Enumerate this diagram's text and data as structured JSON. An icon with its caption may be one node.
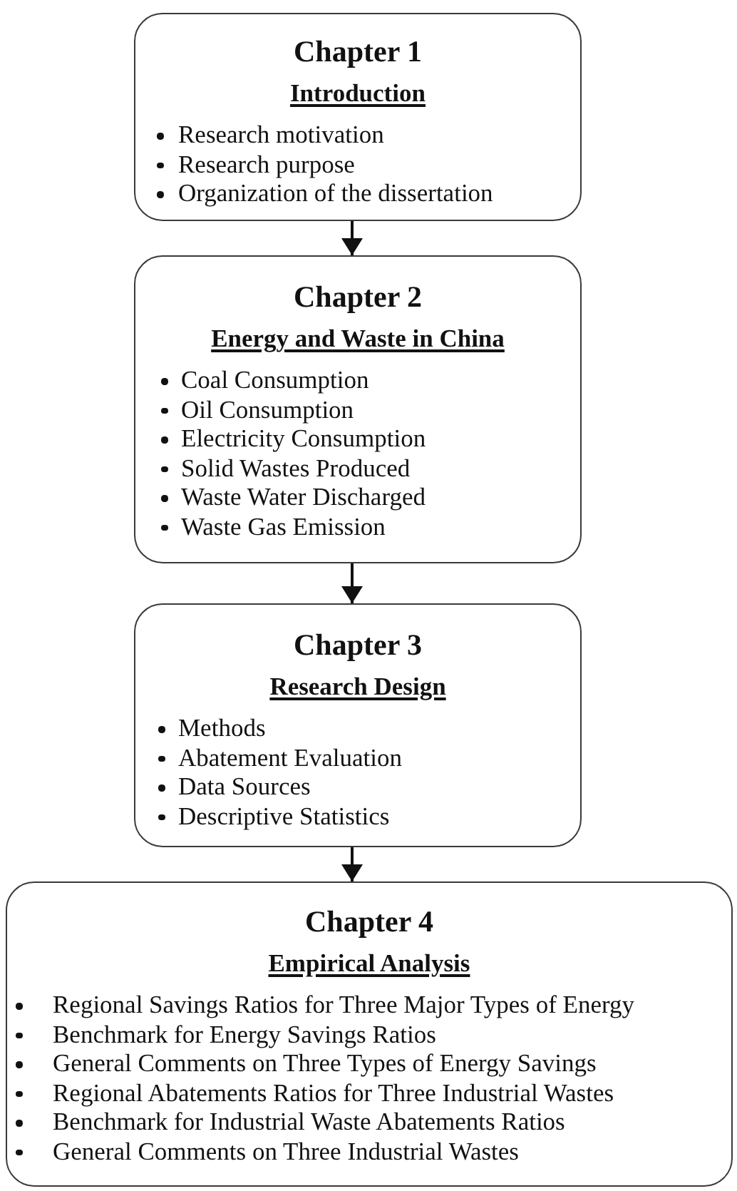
{
  "diagram": {
    "nodes": [
      {
        "text": [
          "Chapter 1",
          "Introduction",
          "Research motivation",
          "Research purpose",
          "Organization of the dissertation"
        ]
      },
      {
        "text": [
          "Chapter 2",
          "Energy and Waste in China",
          "Coal Consumption",
          "Oil Consumption",
          "Electricity Consumption",
          "Solid Wastes Produced",
          "Waste Water Discharged",
          "Waste Gas Emission"
        ]
      },
      {
        "text": [
          "Chapter 3",
          "Research Design",
          "Methods",
          "Abatement Evaluation",
          "Data Sources",
          "Descriptive Statistics"
        ]
      },
      {
        "text": [
          "Chapter 4",
          "Empirical Analysis",
          "Regional Savings Ratios for Three Major Types of Energy",
          "Benchmark for Energy Savings Ratios",
          "General Comments on Three Types of Energy Savings",
          "Regional Abatements Ratios for Three Industrial Wastes",
          "Benchmark for Industrial Waste Abatements Ratios",
          "General Comments on Three Industrial Wastes"
        ]
      }
    ],
    "edges": [
      {
        "from": 0,
        "to": 1,
        "arrow": "to"
      },
      {
        "from": 1,
        "to": 2,
        "arrow": "to"
      },
      {
        "from": 2,
        "to": 3,
        "arrow": "to"
      }
    ]
  }
}
